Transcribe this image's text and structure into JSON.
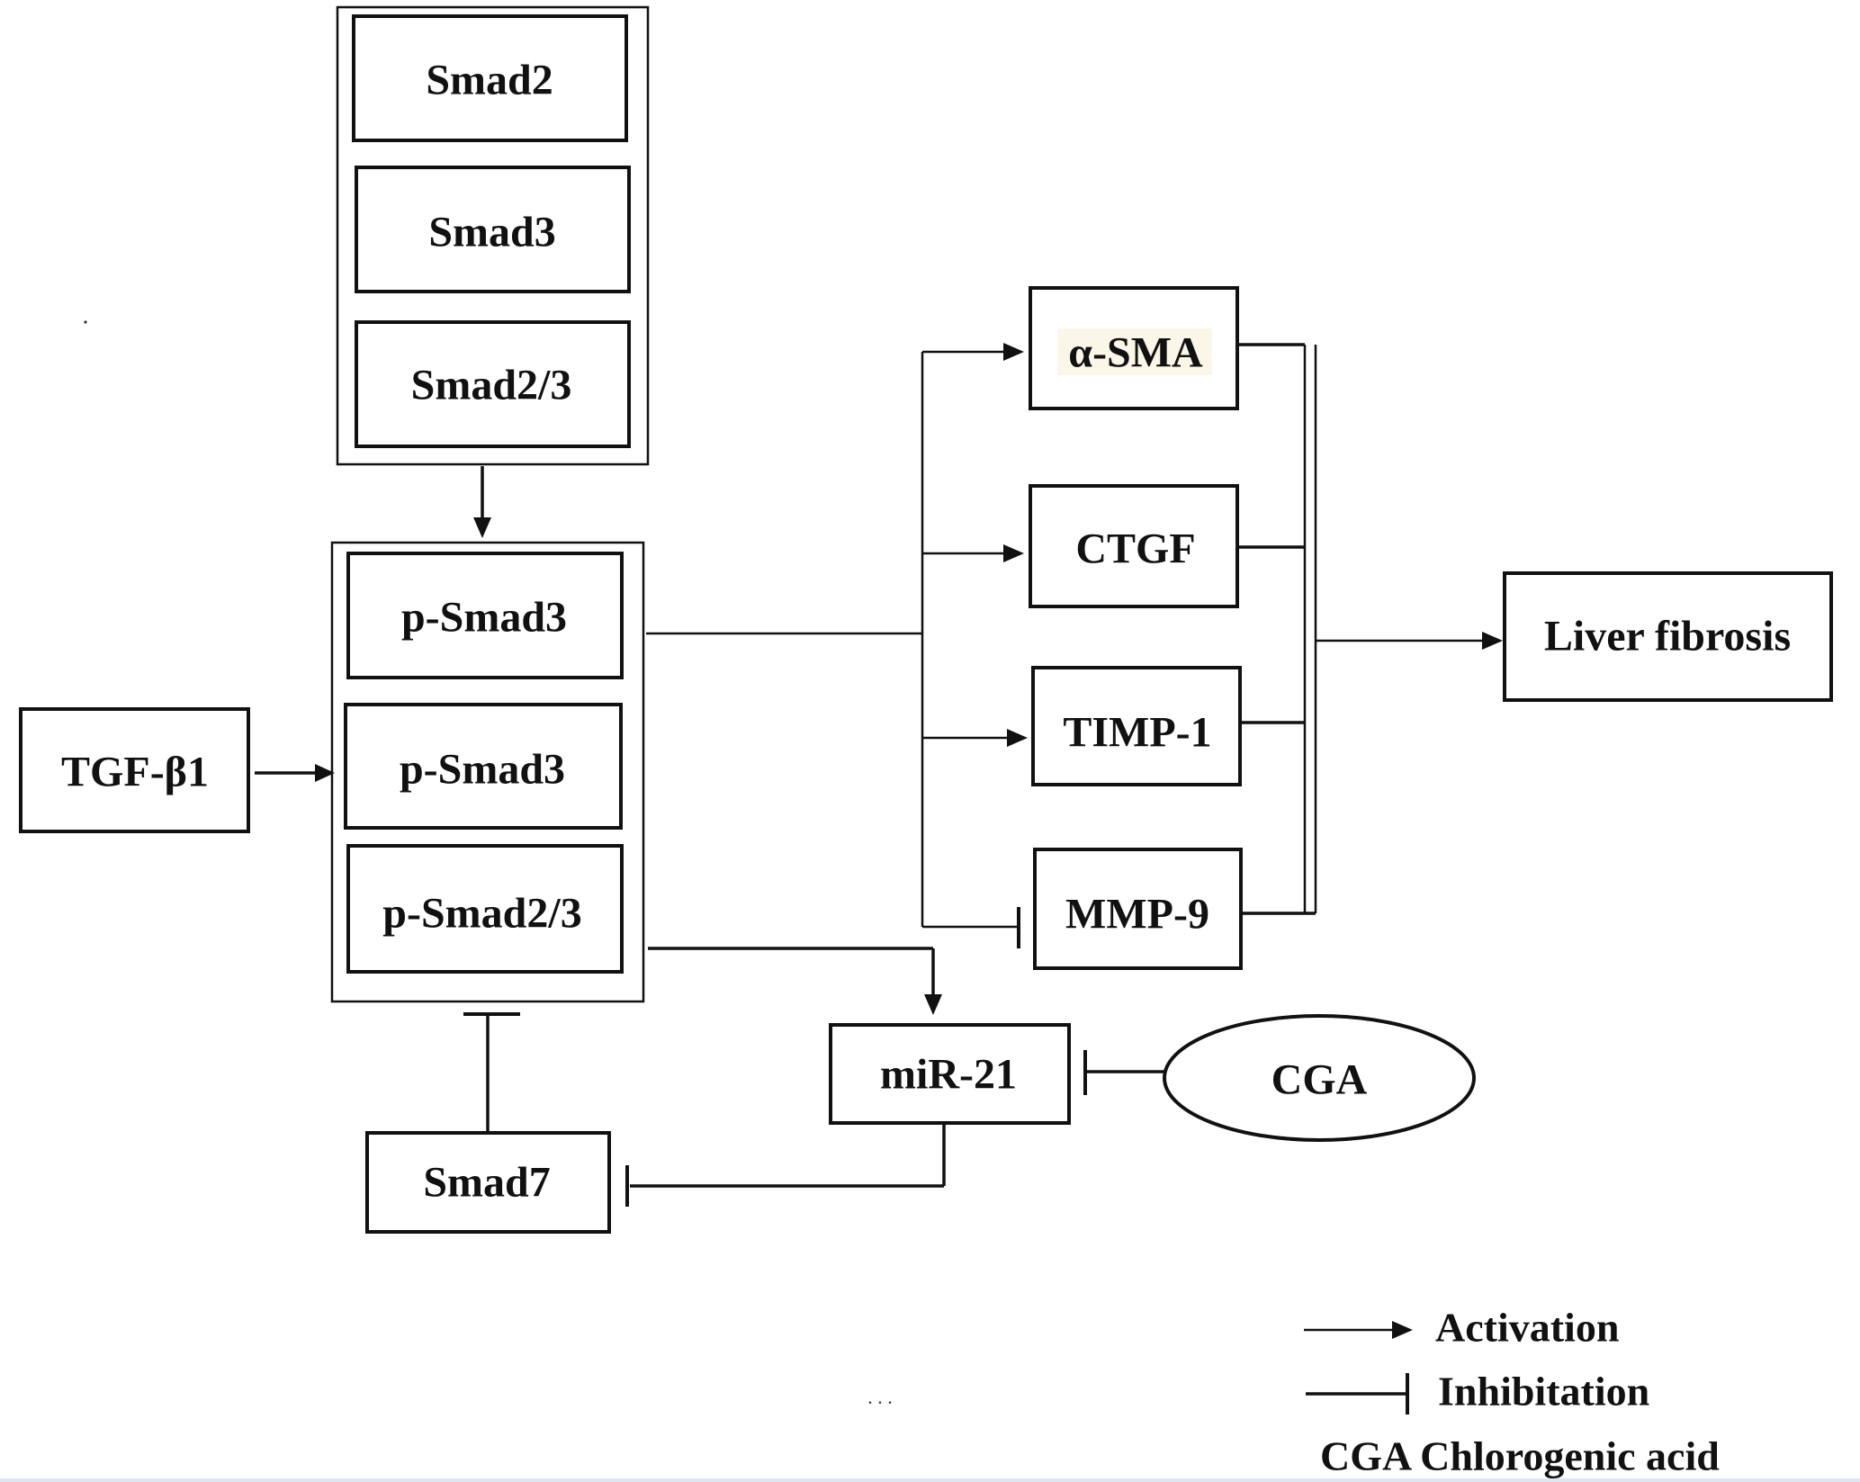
{
  "nodes": {
    "smad2": "Smad2",
    "smad3": "Smad3",
    "smad23": "Smad2/3",
    "p_smad3_a": "p-Smad3",
    "p_smad3_b": "p-Smad3",
    "p_smad23": "p-Smad2/3",
    "tgf_b1": "TGF-β1",
    "a_sma": "α-SMA",
    "ctgf": "CTGF",
    "timp1": "TIMP-1",
    "mmp9": "MMP-9",
    "liver_fibrosis": "Liver fibrosis",
    "mir21": "miR-21",
    "cga": "CGA",
    "smad7": "Smad7"
  },
  "legend": {
    "activation": "Activation",
    "inhibition": "Inhibitation",
    "abbreviation": "CGA Chlorogenic acid"
  },
  "stray_marks": {
    "ellipsis": ". . ."
  }
}
